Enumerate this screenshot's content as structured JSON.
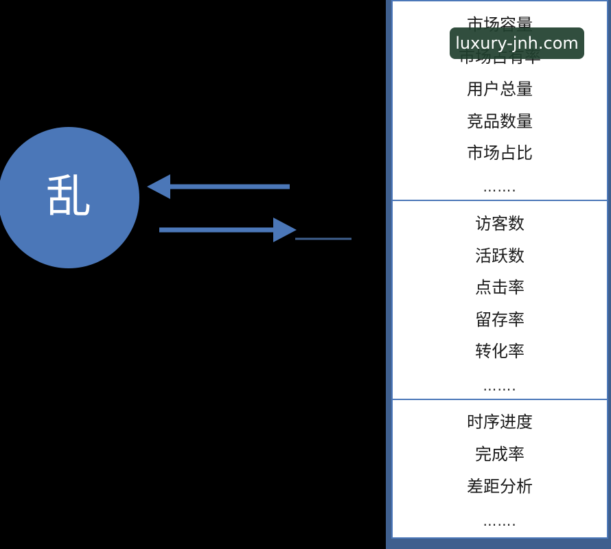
{
  "colors": {
    "accent": "#4b77b8",
    "background": "#000000",
    "panel_frame": "#3f5f8e",
    "watermark_bg": "#1f3f2e"
  },
  "circle": {
    "label": "乱"
  },
  "watermark": {
    "text": "luxury-jnh.com"
  },
  "sections": [
    {
      "items": [
        "市场容量",
        "市场占有率",
        "用户总量",
        "竞品数量",
        "市场占比",
        "……."
      ]
    },
    {
      "items": [
        "访客数",
        "活跃数",
        "点击率",
        "留存率",
        "转化率",
        "……."
      ]
    },
    {
      "items": [
        "时序进度",
        "完成率",
        "差距分析",
        "……."
      ]
    }
  ],
  "icons": {
    "left_arrow": "arrow-left-icon",
    "right_arrow": "arrow-right-icon"
  }
}
